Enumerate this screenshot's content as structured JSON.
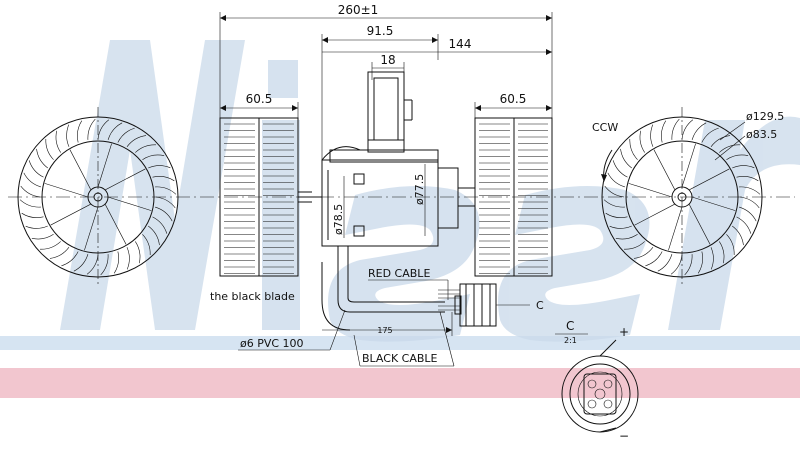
{
  "colors": {
    "watermark_blue": "#c9d9ea",
    "band_pink": "#f2c6cf",
    "band_blue": "#d6e4f2",
    "line": "#111111"
  },
  "dimensions": {
    "overall_length": "260±1",
    "motor_to_mount": "91.5",
    "motor_length": "144",
    "mount_width": "18",
    "left_fan_width": "60.5",
    "right_fan_width": "60.5",
    "motor_dia_small": "ø77.5",
    "motor_dia_large": "ø78.5",
    "fan_outer_dia": "ø129.5",
    "fan_inner_dia": "ø83.5",
    "cable_length": "175"
  },
  "labels": {
    "rotation": "CCW",
    "red_cable": "RED CABLE",
    "black_cable": "BLACK CABLE",
    "pvc_tube": "ø6 PVC 100",
    "black_blade": "the black blade",
    "connector_ref": "C",
    "detail_ref": "C",
    "detail_scale": "2:1",
    "plus": "+",
    "minus": "−"
  }
}
